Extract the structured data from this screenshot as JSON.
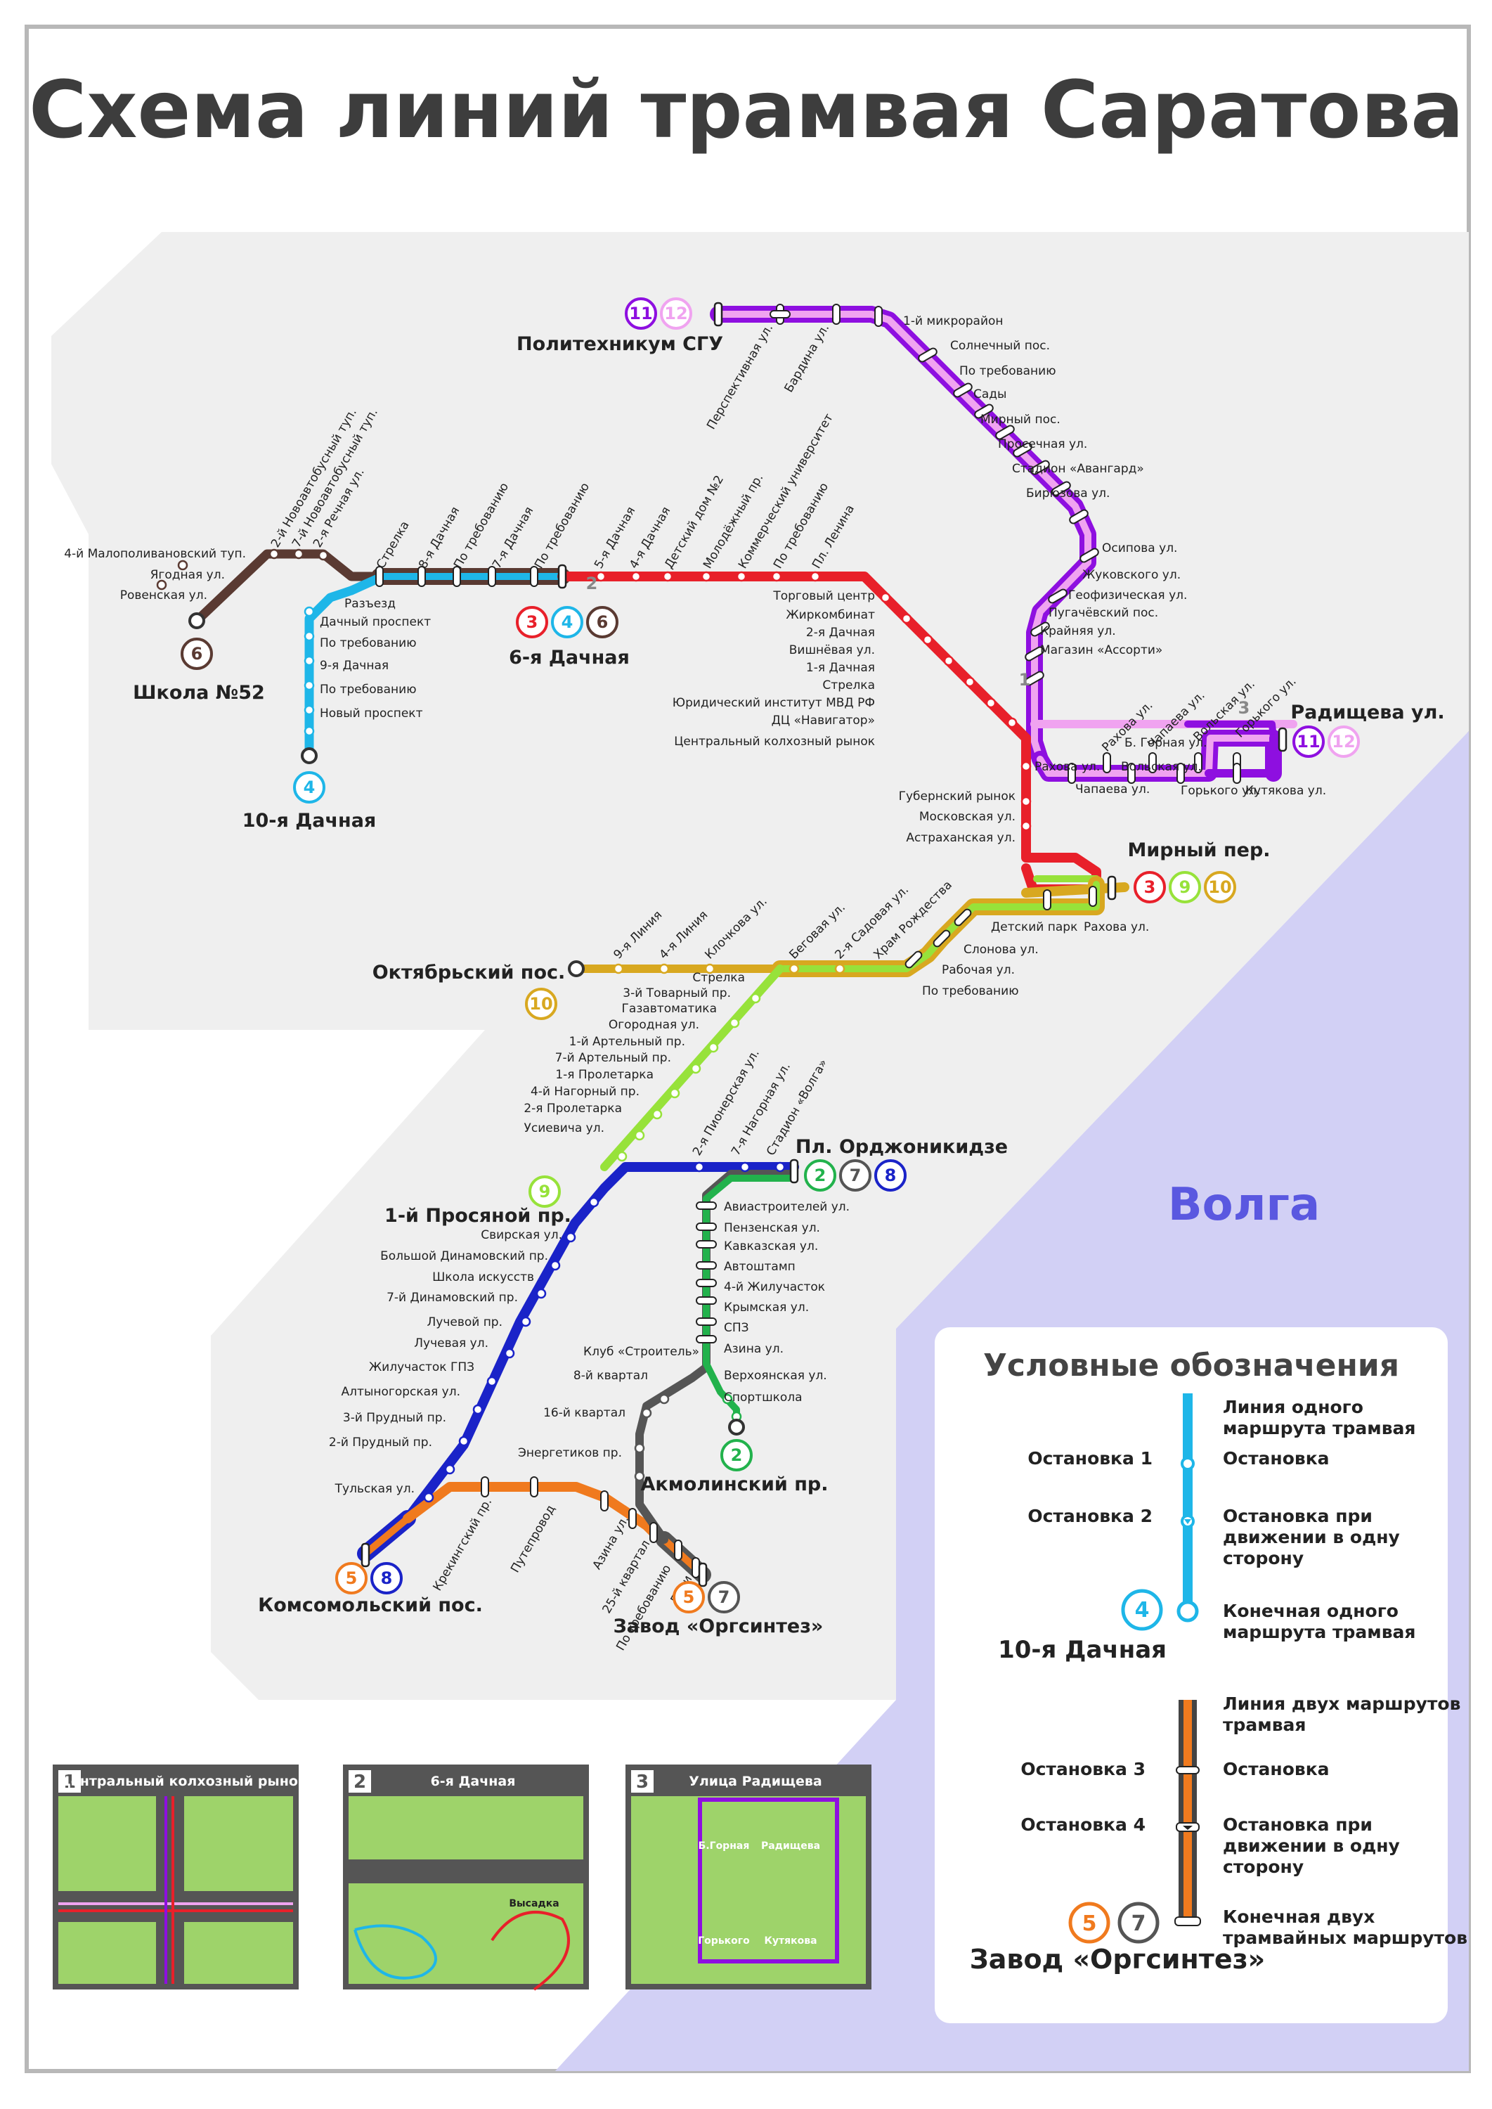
{
  "title": "Схема линий трамвая Саратова",
  "river": "Волга",
  "colors": {
    "r2": "#22b24c",
    "r3": "#e8202a",
    "r4": "#1eb6e8",
    "r5": "#f07a1e",
    "r6": "#5a3a32",
    "r7": "#555555",
    "r8": "#1a23c8",
    "r9": "#97e23a",
    "r10": "#d8a820",
    "r11": "#8e0fe0",
    "r12": "#f0a3f0"
  },
  "terminals": {
    "politechnikum": "Политехникум СГУ",
    "radishcheva": "Радищева ул.",
    "school52": "Школа №52",
    "dachnaya6": "6-я Дачная",
    "dachnaya10": "10-я Дачная",
    "mirny": "Мирный пер.",
    "oktyabrsky": "Октябрьский пос.",
    "ordzhonikidze": "Пл. Орджоникидзе",
    "prosyanoy": "1-й Просяной пр.",
    "akmolinsky": "Акмолинский пр.",
    "komsomolsky": "Комсомольский пос.",
    "orgsintez": "Завод «Оргсинтез»"
  },
  "route_badges": {
    "politechnikum": [
      "11",
      "12"
    ],
    "radishcheva": [
      "11",
      "12"
    ],
    "school52": [
      "6"
    ],
    "dachnaya6": [
      "3",
      "4",
      "6"
    ],
    "dachnaya10": [
      "4"
    ],
    "mirny": [
      "3",
      "9",
      "10"
    ],
    "oktyabrsky": [
      "10"
    ],
    "ordzhonikidze": [
      "2",
      "7",
      "8"
    ],
    "prosyanoy": [
      "9"
    ],
    "akmolinsky": [
      "2"
    ],
    "komsomolsky": [
      "5",
      "8"
    ],
    "orgsintez": [
      "5",
      "7"
    ]
  },
  "stops": {
    "top_line": [
      "Перспективная ул.",
      "Бардина ул."
    ],
    "northeast": [
      "1-й микрорайон",
      "Солнечный пос.",
      "По требованию",
      "Сады",
      "Мирный пос.",
      "Просечная ул.",
      "Стадион «Авангард»",
      "Бирюзова ул.",
      "Осипова ул.",
      "Жуковского ул.",
      "Геофизическая ул.",
      "Пугачёвский пос.",
      "Крайняя ул.",
      "Магазин «Ассорти»"
    ],
    "northwest_diag": [
      "4-й Малополивановский туп.",
      "Ягодная ул.",
      "Ровенская ул."
    ],
    "northwest_vert": [
      "2-й Новоавтобусный туп.",
      "7-й Новоавтобусный туп.",
      "2-я Речная ул.",
      "Стрелка",
      "8-я Дачная",
      "По требованию",
      "7-я Дачная",
      "По требованию"
    ],
    "red_vert": [
      "5-я Дачная",
      "4-я Дачная",
      "Детский дом №2",
      "Молодёжный пр.",
      "Коммерческий университет",
      "По требованию",
      "Пл. Ленина"
    ],
    "blue_branch": [
      "Разъезд",
      "Дачный проспект",
      "По требованию",
      "9-я Дачная",
      "По требованию",
      "Новый проспект"
    ],
    "red_diag": [
      "Торговый центр",
      "Жиркомбинат",
      "2-я Дачная",
      "Вишнёвая ул.",
      "1-я Дачная",
      "Стрелка",
      "Юридический институт МВД РФ",
      "ДЦ «Навигатор»",
      "Центральный колхозный рынок"
    ],
    "radishcheva_loop_upper": [
      "Рахова ул.",
      "Чапаева ул.",
      "Вольская ул.",
      "Горького ул.",
      "Б. Горная ул."
    ],
    "radishcheva_loop_lower": [
      "Рахова ул.",
      "Вольская ул.",
      "Чапаева ул.",
      "Горького ул.",
      "Кутякова ул."
    ],
    "south_red": [
      "Губернский рынок",
      "Московская ул.",
      "Астраханская ул."
    ],
    "mirny_loop": [
      "Детский парк",
      "Рахова ул."
    ],
    "southeast": [
      "Слонова ул.",
      "Рабочая ул.",
      "По требованию"
    ],
    "oktyabrsky_line": [
      "9-я Линия",
      "4-я Линия",
      "Клочкова ул.",
      "Беговая ул.",
      "2-я Садовая ул.",
      "Храм Рождества"
    ],
    "green_diag": [
      "Стрелка",
      "3-й Товарный пр.",
      "Газавтоматика",
      "Огородная ул.",
      "1-й Артельный пр.",
      "7-й Артельный пр.",
      "1-я Пролетарка",
      "4-й Нагорный пр.",
      "2-я Пролетарка",
      "Усиевича ул."
    ],
    "blue_top": [
      "2-я Пионерская ул.",
      "7-я Нагорная ул.",
      "Стадион «Волга»"
    ],
    "green_line": [
      "Авиастроителей ул.",
      "Пензенская ул.",
      "Кавказская ул.",
      "Автоштамп",
      "4-й Жилучасток",
      "Крымская ул.",
      "СПЗ",
      "Азина ул.",
      "Верхоянская ул.",
      "Спортшкола"
    ],
    "blue_diag": [
      "Свирская ул.",
      "Большой Динамовский пр.",
      "Школа искусств",
      "7-й Динамовский пр.",
      "Лучевой пр.",
      "Лучевая ул.",
      "Жилучасток ГПЗ",
      "Алтыногорская ул.",
      "3-й Прудный пр.",
      "2-й Прудный пр.",
      "Тульская ул."
    ],
    "gray_line": [
      "Клуб «Строитель»",
      "8-й квартал",
      "16-й квартал",
      "Энергетиков пр."
    ],
    "orange_line": [
      "Крекингский пр.",
      "Путепровод",
      "Азина ул.",
      "25-й квартал",
      "По требованию",
      "Дачи"
    ]
  },
  "legend": {
    "title": "Условные обозначения",
    "items": [
      {
        "left": "",
        "right": "Линия одного маршрута трамвая"
      },
      {
        "left": "Остановка 1",
        "right": "Остановка"
      },
      {
        "left": "Остановка 2",
        "right": "Остановка при движении в одну сторону"
      },
      {
        "left": "4",
        "right": "Конечная одного маршрута трамвая"
      },
      {
        "left": "10-я Дачная",
        "right": ""
      },
      {
        "left": "",
        "right": "Линия двух маршрутов трамвая"
      },
      {
        "left": "Остановка 3",
        "right": "Остановка"
      },
      {
        "left": "Остановка 4",
        "right": "Остановка при движении в одну сторону"
      },
      {
        "left": "5 7",
        "right": "Конечная двух трамвайных маршрутов"
      },
      {
        "left": "Завод «Оргсинтез»",
        "right": ""
      }
    ]
  },
  "insets": [
    {
      "num": "1",
      "title": "Центральный колхозный рынок"
    },
    {
      "num": "2",
      "title": "6-я Дачная",
      "label": "Высадка"
    },
    {
      "num": "3",
      "title": "Улица Радищева",
      "streets": [
        "Б.Горная",
        "Радищева",
        "Горького",
        "Кутякова"
      ]
    }
  ],
  "junction_marks": [
    "1",
    "2",
    "3"
  ]
}
